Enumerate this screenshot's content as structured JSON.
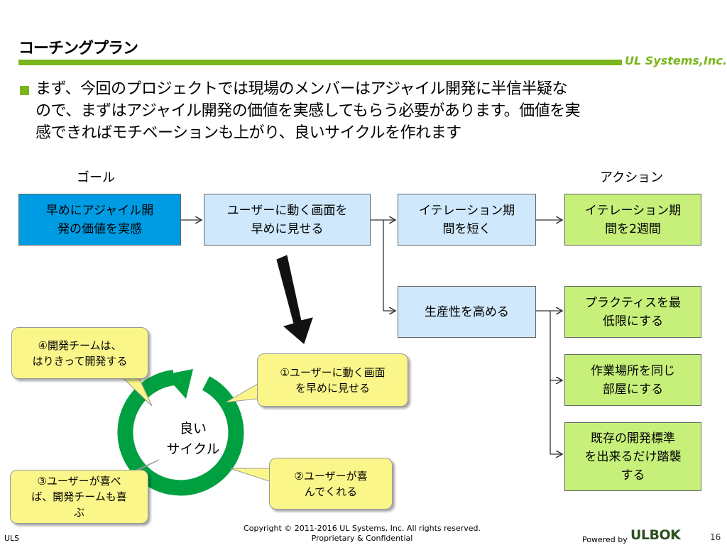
{
  "header": {
    "title": "コーチングプラン",
    "logo": "UL Systems,Inc."
  },
  "bullet": {
    "line1": "まず、今回のプロジェクトでは現場のメンバーはアジャイル開発に半信半疑な",
    "line2": "ので、まずはアジャイル開発の価値を実感してもらう必要があります。価値を実",
    "line3": "感できればモチベーションも上がり、良いサイクルを作れます"
  },
  "columns": {
    "goal": "ゴール",
    "action": "アクション"
  },
  "flow": {
    "goal_line1": "早めにアジャイル開",
    "goal_line2": "発の価値を実感",
    "screen_line1": "ユーザーに動く画面を",
    "screen_line2": "早めに見せる",
    "iter_line1": "イテレーション期",
    "iter_line2": "間を短く",
    "prod": "生産性を高める",
    "act1_line1": "イテレーション期",
    "act1_line2": "間を2週間",
    "act2_line1": "プラクティスを最",
    "act2_line2": "低限にする",
    "act3_line1": "作業場所を同じ",
    "act3_line2": "部屋にする",
    "act4_line1": "既存の開発標準",
    "act4_line2": "を出来るだけ踏襲",
    "act4_line3": "する"
  },
  "cycle": {
    "center_line1": "良い",
    "center_line2": "サイクル",
    "c1_line1": "①ユーザーに動く画面",
    "c1_line2": "を早めに見せる",
    "c2_line1": "②ユーザーが喜",
    "c2_line2": "んでくれる",
    "c3_line1": "③ユーザーが喜べ",
    "c3_line2": "ば、開発チームも喜",
    "c3_line3": "ぶ",
    "c4_line1": "④開発チームは、",
    "c4_line2": "はりきって開発する"
  },
  "footer": {
    "left": "ULS",
    "copyright_line1": "Copyright © 2011-2016 UL Systems, Inc.  All rights reserved.",
    "copyright_line2": "Proprietary & Confidential",
    "powered": "Powered by",
    "brand": "ULBOK",
    "page": "16"
  },
  "colors": {
    "accent_green": "#7ab51d",
    "goal_blue": "#009ce3",
    "light_blue": "#cfe8fb",
    "action_green": "#c6f07a",
    "cycle_green": "#00a040",
    "callout_yellow": "#fbf68a"
  }
}
